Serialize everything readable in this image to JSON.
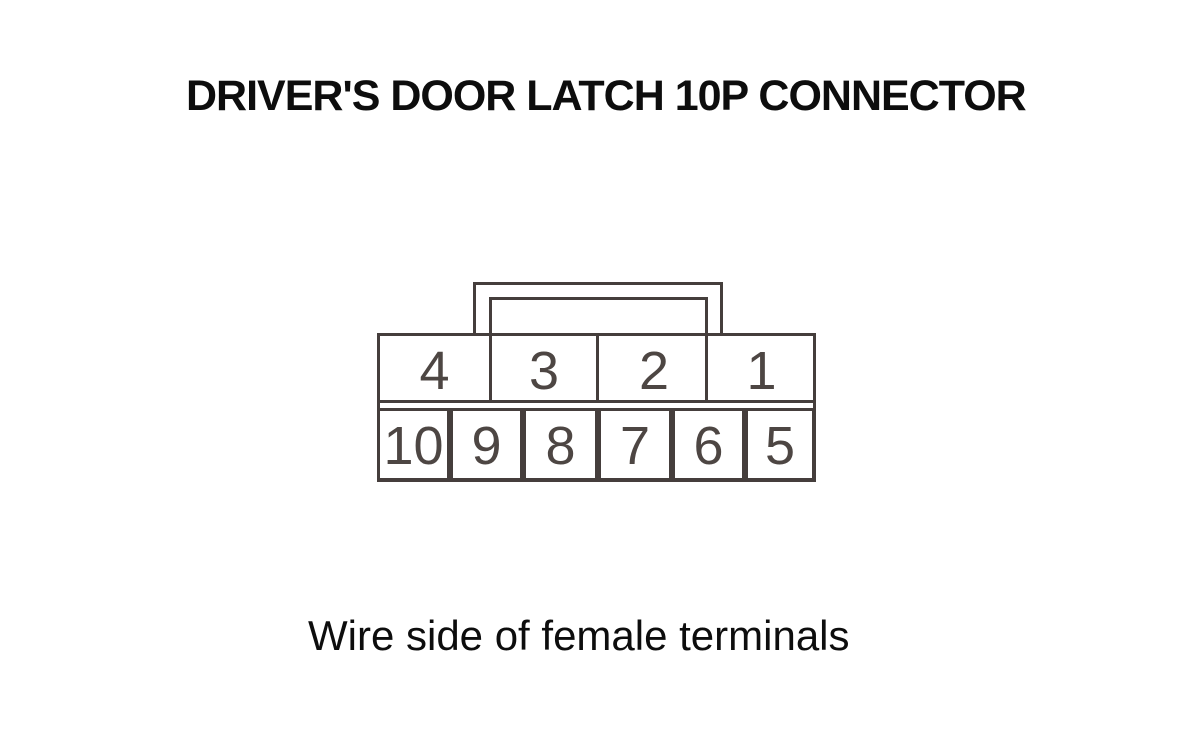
{
  "title": "DRIVER'S DOOR LATCH 10P CONNECTOR",
  "caption": "Wire side of female terminals",
  "connector": {
    "pin_count": 10,
    "view": "wire side, female terminals",
    "top_row": [
      "4",
      "3",
      "2",
      "1"
    ],
    "bottom_row": [
      "10",
      "9",
      "8",
      "7",
      "6",
      "5"
    ]
  },
  "colors": {
    "line": "#453e3c",
    "digit": "#4d4643",
    "text": "#0d0d0d",
    "background": "#ffffff"
  }
}
